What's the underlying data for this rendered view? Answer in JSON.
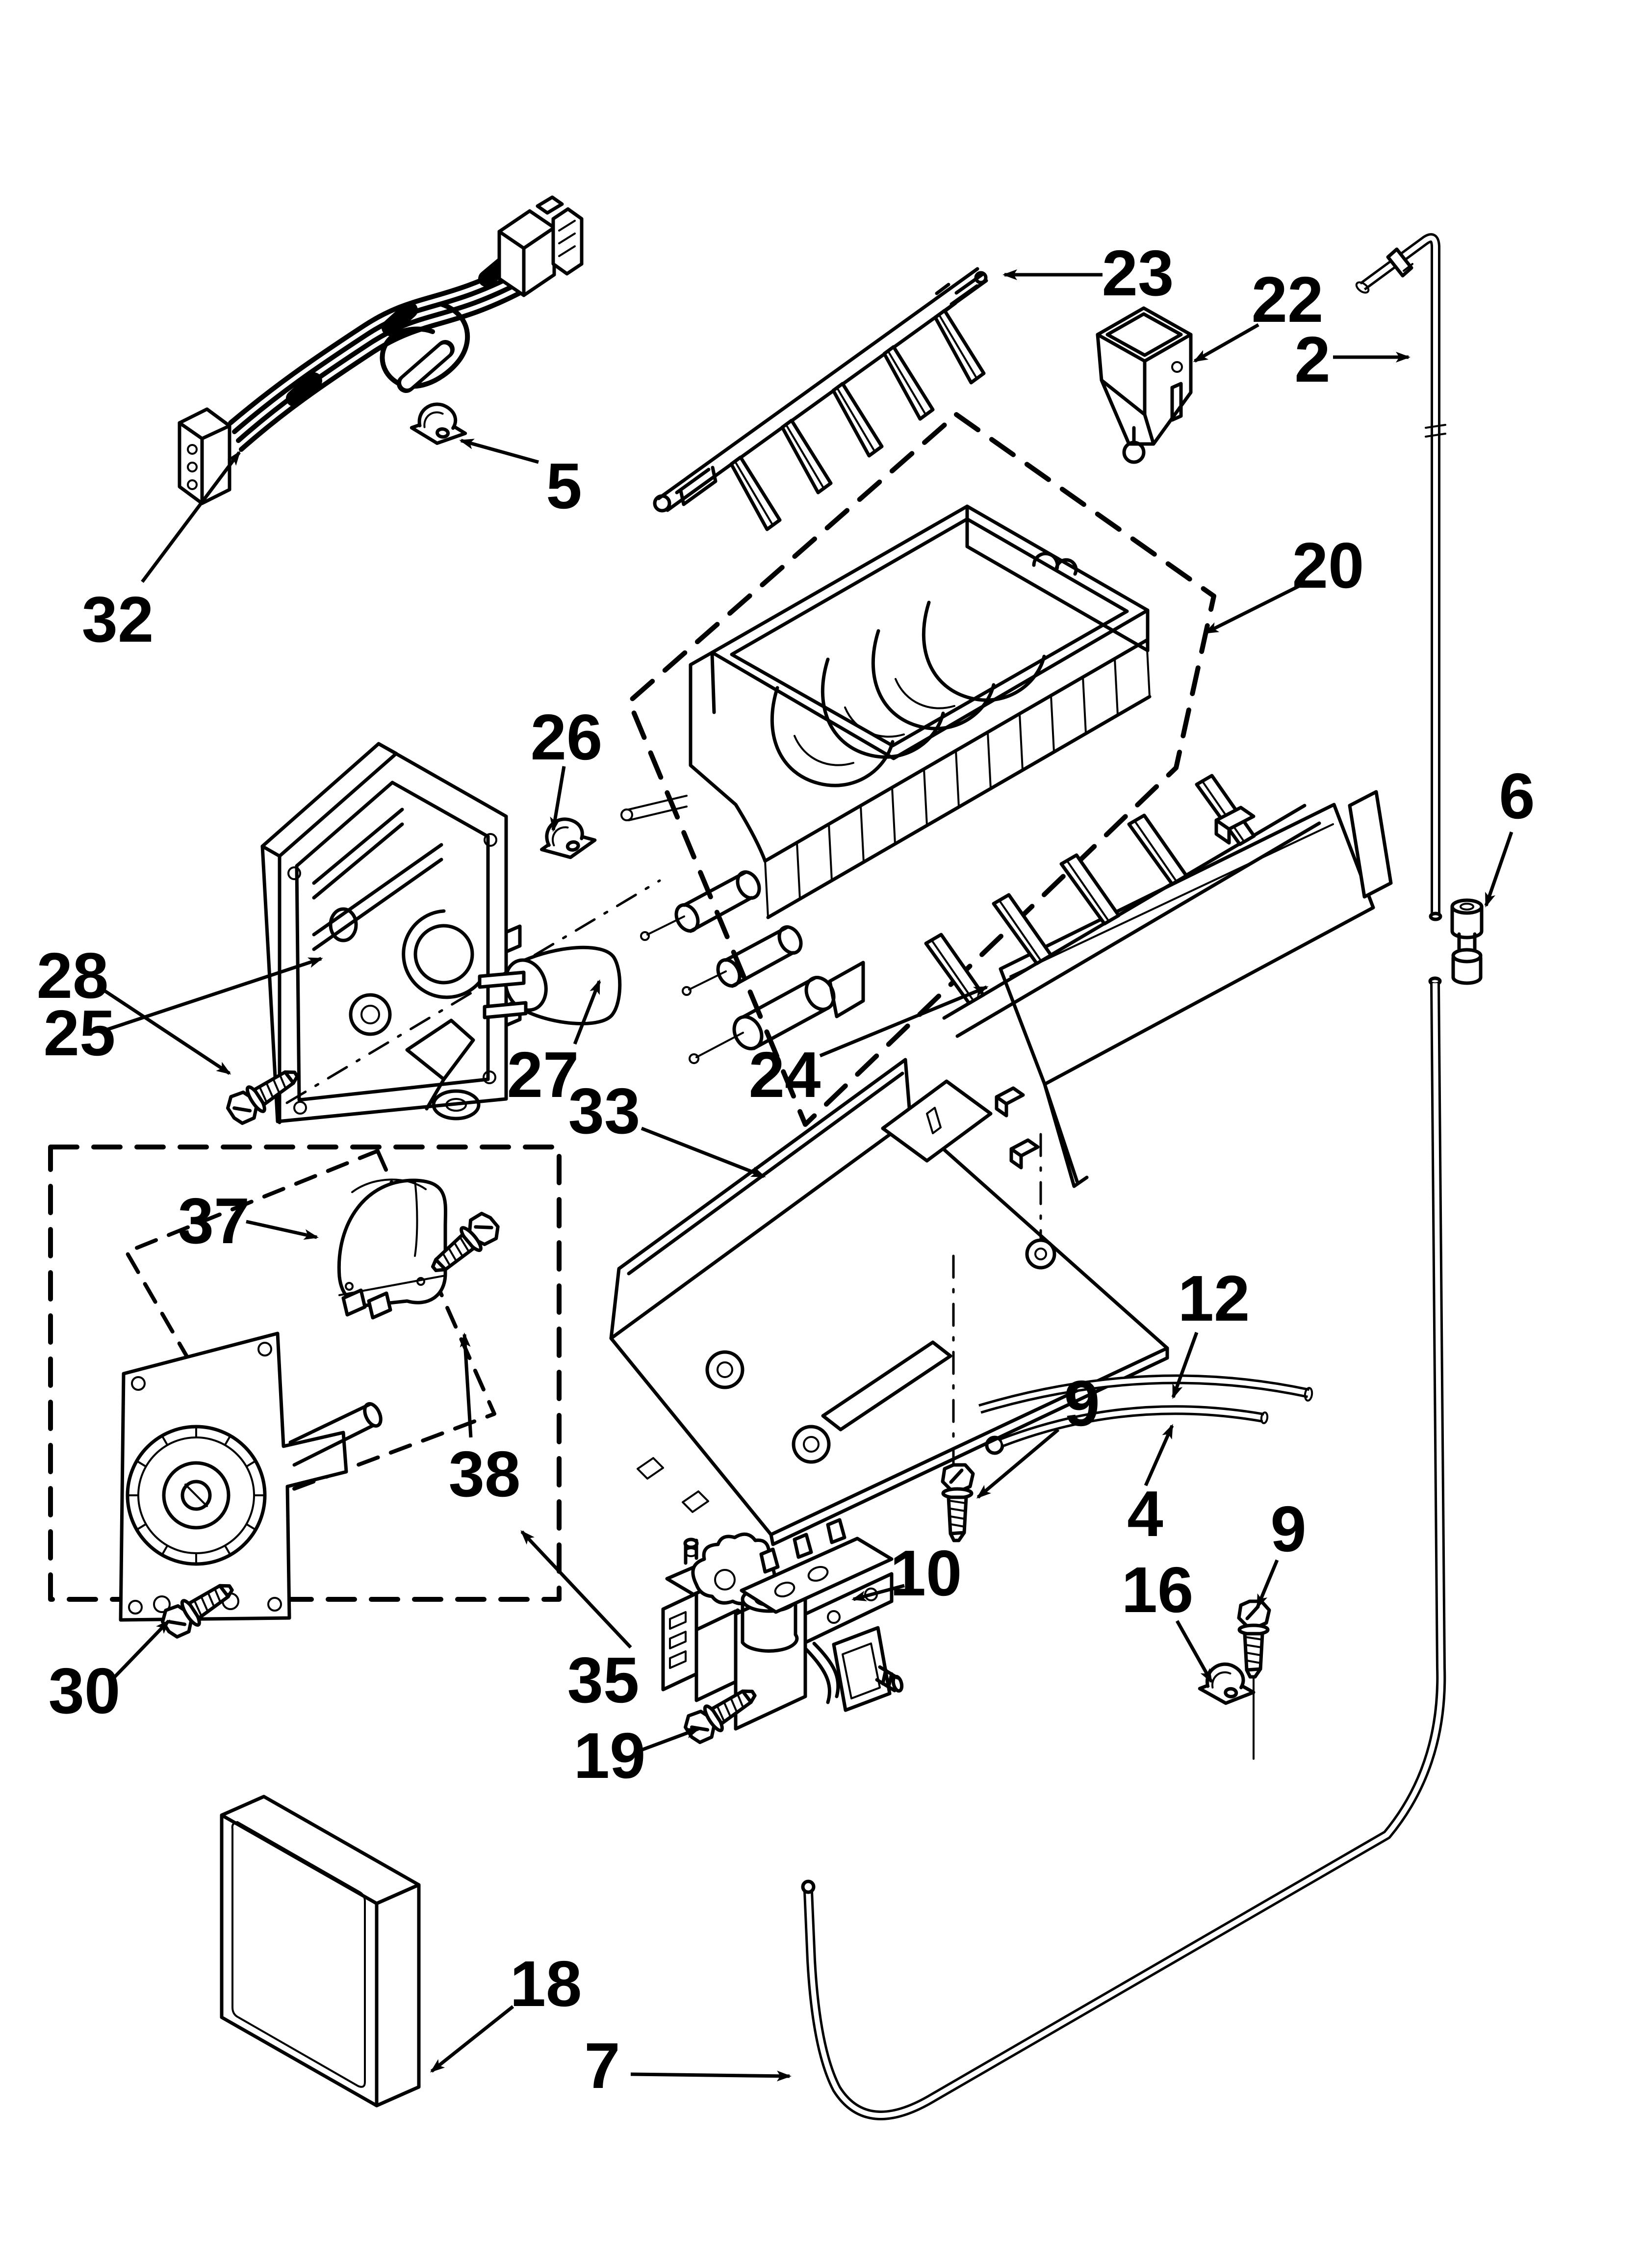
{
  "figure": {
    "type": "exploded-parts-diagram",
    "subject": "icemaker parts assembly",
    "background_color": "#ffffff",
    "line_color": "#000000"
  },
  "callouts": [
    {
      "label": "32",
      "part": "wire-harness"
    },
    {
      "label": "5",
      "part": "harness-clip"
    },
    {
      "label": "23",
      "part": "auger-shaft"
    },
    {
      "label": "22",
      "part": "auger-support-bracket"
    },
    {
      "label": "2",
      "part": "water-fill-tube-upper"
    },
    {
      "label": "20",
      "part": "icemaker-mold-assembly"
    },
    {
      "label": "6",
      "part": "tube-union"
    },
    {
      "label": "25",
      "part": "icemaker-module"
    },
    {
      "label": "26",
      "part": "wire-clip"
    },
    {
      "label": "27",
      "part": "thermostat"
    },
    {
      "label": "28",
      "part": "module-screw"
    },
    {
      "label": "33",
      "part": "support-shelf"
    },
    {
      "label": "9",
      "part": "shelf-screw"
    },
    {
      "label": "12",
      "part": "tube-upper"
    },
    {
      "label": "4",
      "part": "tube-lower"
    },
    {
      "label": "9",
      "part": "clip-screw"
    },
    {
      "label": "16",
      "part": "tube-clip"
    },
    {
      "label": "37",
      "part": "drive-motor"
    },
    {
      "label": "38",
      "part": "motor-screw"
    },
    {
      "label": "30",
      "part": "gearbox-screw"
    },
    {
      "label": "35",
      "part": "gearbox-assembly"
    },
    {
      "label": "10",
      "part": "water-inlet-valve"
    },
    {
      "label": "19",
      "part": "valve-screw"
    },
    {
      "label": "18",
      "part": "icemaker-cover"
    },
    {
      "label": "7",
      "part": "fill-tube-lower"
    },
    {
      "label": "24",
      "part": "ice-stripper"
    }
  ]
}
